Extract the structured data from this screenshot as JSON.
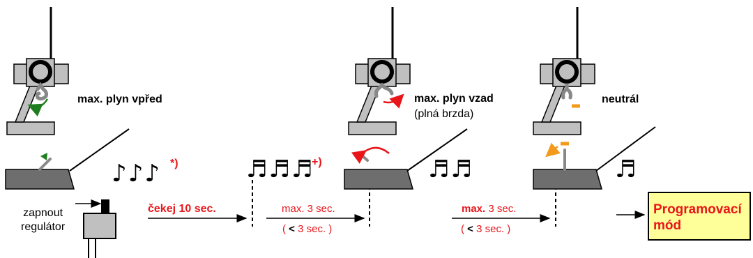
{
  "steps": {
    "s1_label": "max. plyn vpřed",
    "s2_label": "max. plyn vzad",
    "s2_sub": "(plná brzda)",
    "s3_label": "neutrál"
  },
  "power": {
    "line1": "zapnout",
    "line2": "regulátor"
  },
  "beeps": {
    "b1": "♪♪♪",
    "b1_mark": "*)",
    "b2": "♬♬♬",
    "b2_mark": "+)",
    "b3": "♬♬",
    "b4": "♬"
  },
  "arrows": {
    "a1": "čekej 10 sec.",
    "a2_top": "max. 3 sec.",
    "a2_bottom_prefix": "( ",
    "a2_bottom_bold": "<",
    "a2_bottom_suffix": " 3 sec. )",
    "a3_top_bold": "max.",
    "a3_top_rest": " 3 sec.",
    "a3_bottom_prefix": "( ",
    "a3_bottom_bold": "<",
    "a3_bottom_suffix": " 3 sec. )"
  },
  "result": {
    "text": "Programovací\nmód"
  },
  "colors": {
    "red": "#e8161b",
    "green": "#1e7d1e",
    "orange": "#f39a1d",
    "yellow": "#ffff99",
    "gray": "#c0c0c0",
    "dark_gray": "#6e6e6e"
  }
}
